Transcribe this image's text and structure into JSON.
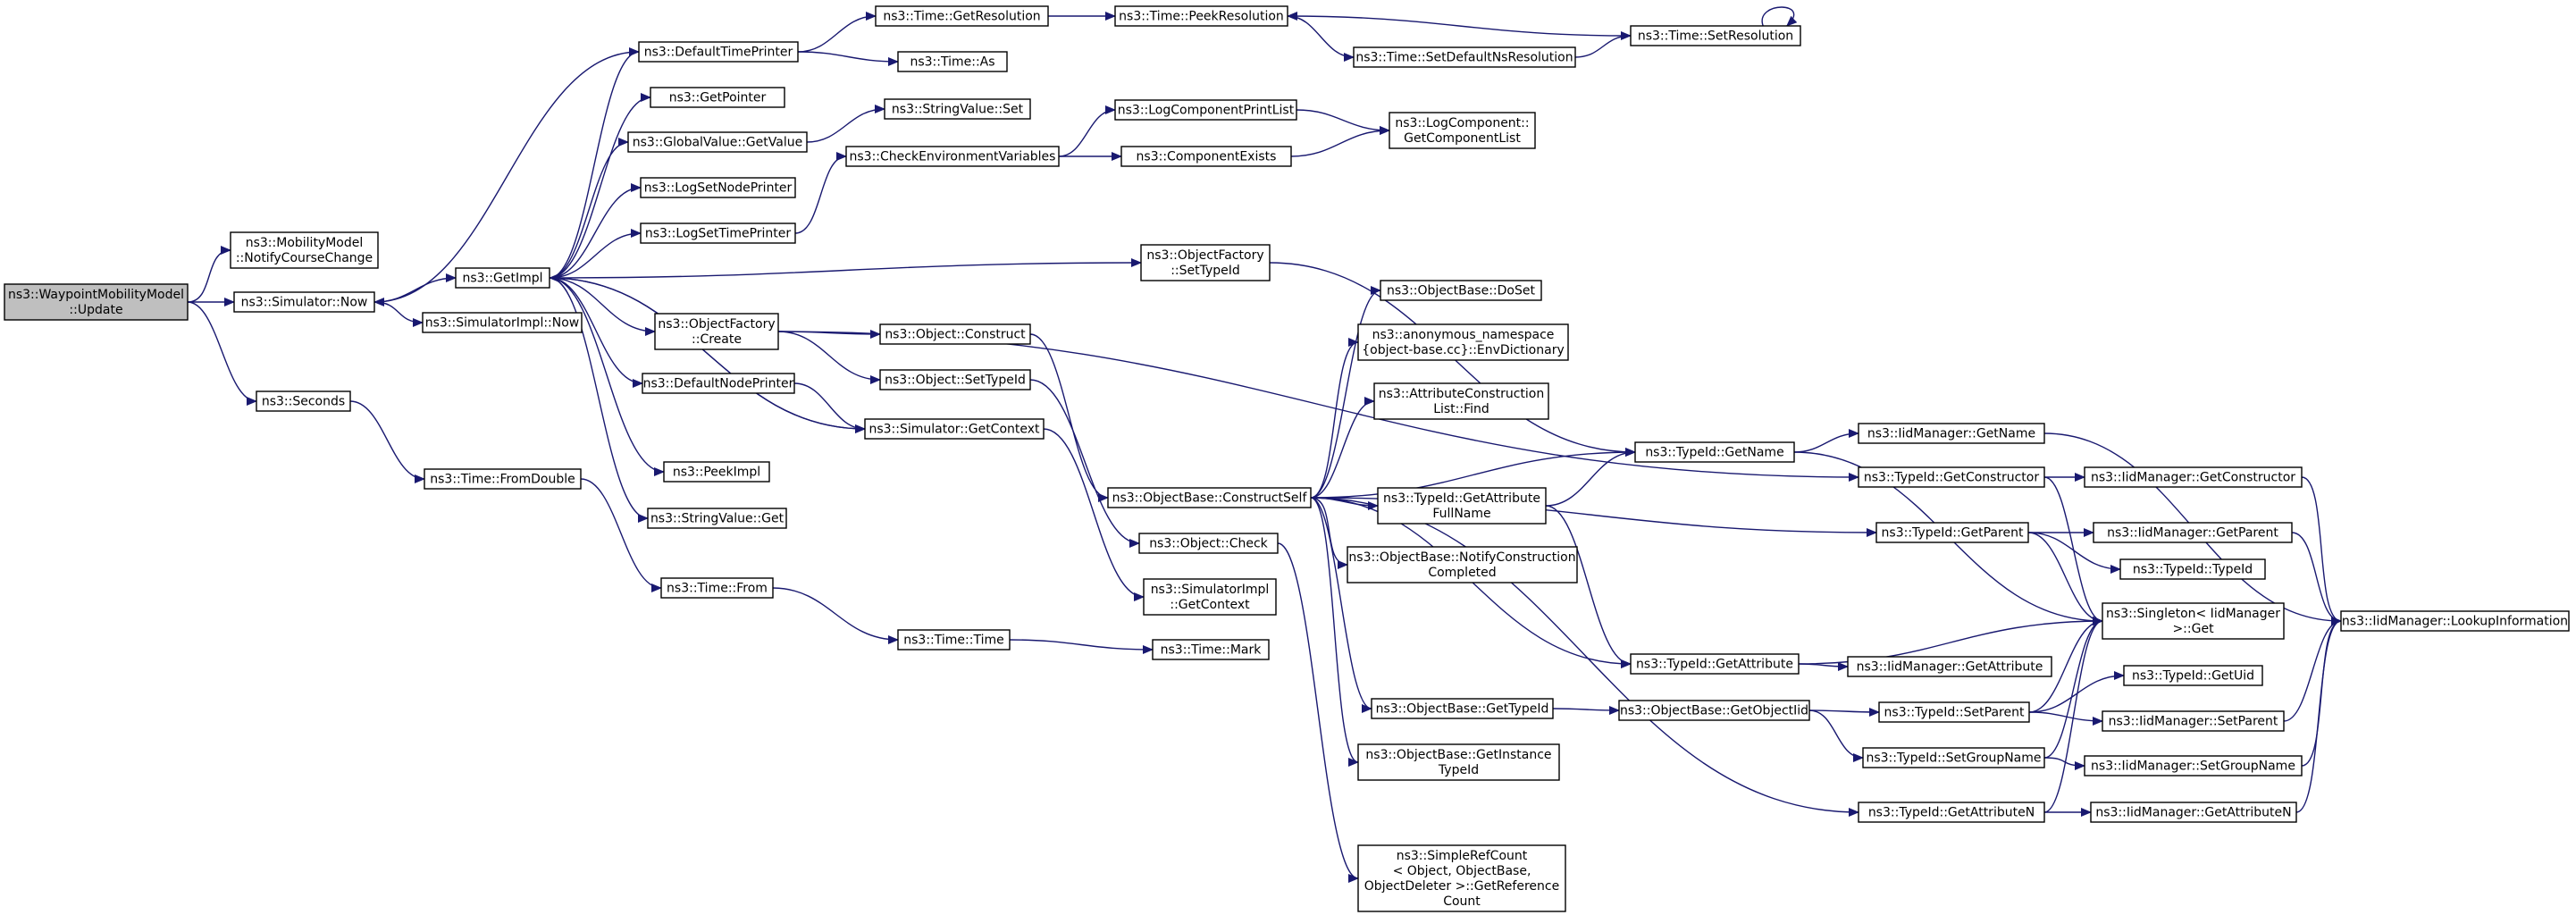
{
  "graph": {
    "title": "",
    "nodes": [
      {
        "id": "wmm_update",
        "lines": [
          "ns3::WaypointMobilityModel",
          "::Update"
        ],
        "root": true
      },
      {
        "id": "mm_notify",
        "lines": [
          "ns3::MobilityModel",
          "::NotifyCourseChange"
        ]
      },
      {
        "id": "sim_now",
        "lines": [
          "ns3::Simulator::Now"
        ]
      },
      {
        "id": "seconds",
        "lines": [
          "ns3::Seconds"
        ]
      },
      {
        "id": "getimpl",
        "lines": [
          "ns3::GetImpl"
        ]
      },
      {
        "id": "simimpl_now",
        "lines": [
          "ns3::SimulatorImpl::Now"
        ]
      },
      {
        "id": "time_fromdouble",
        "lines": [
          "ns3::Time::FromDouble"
        ]
      },
      {
        "id": "default_time_printer",
        "lines": [
          "ns3::DefaultTimePrinter"
        ]
      },
      {
        "id": "get_pointer",
        "lines": [
          "ns3::GetPointer"
        ]
      },
      {
        "id": "globalvalue_getvalue",
        "lines": [
          "ns3::GlobalValue::GetValue"
        ]
      },
      {
        "id": "log_set_node_printer",
        "lines": [
          "ns3::LogSetNodePrinter"
        ]
      },
      {
        "id": "log_set_time_printer",
        "lines": [
          "ns3::LogSetTimePrinter"
        ]
      },
      {
        "id": "objfactory_create",
        "lines": [
          "ns3::ObjectFactory",
          "::Create"
        ]
      },
      {
        "id": "default_node_printer",
        "lines": [
          "ns3::DefaultNodePrinter"
        ]
      },
      {
        "id": "peekimpl",
        "lines": [
          "ns3::PeekImpl"
        ]
      },
      {
        "id": "stringvalue_get",
        "lines": [
          "ns3::StringValue::Get"
        ]
      },
      {
        "id": "time_from",
        "lines": [
          "ns3::Time::From"
        ]
      },
      {
        "id": "time_getresolution",
        "lines": [
          "ns3::Time::GetResolution"
        ]
      },
      {
        "id": "time_as",
        "lines": [
          "ns3::Time::As"
        ]
      },
      {
        "id": "stringvalue_set",
        "lines": [
          "ns3::StringValue::Set"
        ]
      },
      {
        "id": "check_env_vars",
        "lines": [
          "ns3::CheckEnvironmentVariables"
        ]
      },
      {
        "id": "object_construct",
        "lines": [
          "ns3::Object::Construct"
        ]
      },
      {
        "id": "object_settypeid",
        "lines": [
          "ns3::Object::SetTypeId"
        ]
      },
      {
        "id": "sim_getcontext",
        "lines": [
          "ns3::Simulator::GetContext"
        ]
      },
      {
        "id": "time_time",
        "lines": [
          "ns3::Time::Time"
        ]
      },
      {
        "id": "time_peekresolution",
        "lines": [
          "ns3::Time::PeekResolution"
        ]
      },
      {
        "id": "log_component_printlist",
        "lines": [
          "ns3::LogComponentPrintList"
        ]
      },
      {
        "id": "component_exists",
        "lines": [
          "ns3::ComponentExists"
        ]
      },
      {
        "id": "objfactory_settypeid",
        "lines": [
          "ns3::ObjectFactory",
          "::SetTypeId"
        ]
      },
      {
        "id": "objbase_constructself",
        "lines": [
          "ns3::ObjectBase::ConstructSelf"
        ]
      },
      {
        "id": "object_check",
        "lines": [
          "ns3::Object::Check"
        ]
      },
      {
        "id": "simimpl_getcontext",
        "lines": [
          "ns3::SimulatorImpl",
          "::GetContext"
        ]
      },
      {
        "id": "time_mark",
        "lines": [
          "ns3::Time::Mark"
        ]
      },
      {
        "id": "objbase_getinstancetypeid",
        "lines": [
          "ns3::ObjectBase::GetInstance",
          "TypeId"
        ]
      },
      {
        "id": "simplerefcount",
        "lines": [
          "ns3::SimpleRefCount",
          "< Object, ObjectBase,",
          "ObjectDeleter >::GetReference",
          "Count"
        ]
      },
      {
        "id": "time_setdefaultnsres",
        "lines": [
          "ns3::Time::SetDefaultNsResolution"
        ]
      },
      {
        "id": "logcomponent_getlist",
        "lines": [
          "ns3::LogComponent::",
          "GetComponentList"
        ]
      },
      {
        "id": "objbase_doset",
        "lines": [
          "ns3::ObjectBase::DoSet"
        ]
      },
      {
        "id": "anon_envdictionary",
        "lines": [
          "ns3::anonymous_namespace",
          "{object-base.cc}::EnvDictionary"
        ]
      },
      {
        "id": "attrconstruction_find",
        "lines": [
          "ns3::AttributeConstruction",
          "List::Find"
        ]
      },
      {
        "id": "typeid_getattrfullname",
        "lines": [
          "ns3::TypeId::GetAttribute",
          "FullName"
        ]
      },
      {
        "id": "objbase_notifyconstruction",
        "lines": [
          "ns3::ObjectBase::NotifyConstruction",
          "Completed"
        ]
      },
      {
        "id": "objbase_gettypeid",
        "lines": [
          "ns3::ObjectBase::GetTypeId"
        ]
      },
      {
        "id": "time_setresolution",
        "lines": [
          "ns3::Time::SetResolution"
        ]
      },
      {
        "id": "typeid_getname",
        "lines": [
          "ns3::TypeId::GetName"
        ]
      },
      {
        "id": "typeid_getattribute",
        "lines": [
          "ns3::TypeId::GetAttribute"
        ]
      },
      {
        "id": "objbase_getobjectiid",
        "lines": [
          "ns3::ObjectBase::GetObjectIid"
        ]
      },
      {
        "id": "iidmanager_getname",
        "lines": [
          "ns3::IidManager::GetName"
        ]
      },
      {
        "id": "typeid_getconstructor",
        "lines": [
          "ns3::TypeId::GetConstructor"
        ]
      },
      {
        "id": "typeid_getparent",
        "lines": [
          "ns3::TypeId::GetParent"
        ]
      },
      {
        "id": "iidmanager_getattribute",
        "lines": [
          "ns3::IidManager::GetAttribute"
        ]
      },
      {
        "id": "typeid_setparent",
        "lines": [
          "ns3::TypeId::SetParent"
        ]
      },
      {
        "id": "typeid_setgroupname",
        "lines": [
          "ns3::TypeId::SetGroupName"
        ]
      },
      {
        "id": "typeid_getattributen",
        "lines": [
          "ns3::TypeId::GetAttributeN"
        ]
      },
      {
        "id": "iidmanager_getconstructor",
        "lines": [
          "ns3::IidManager::GetConstructor"
        ]
      },
      {
        "id": "iidmanager_getparent",
        "lines": [
          "ns3::IidManager::GetParent"
        ]
      },
      {
        "id": "typeid_typeid",
        "lines": [
          "ns3::TypeId::TypeId"
        ]
      },
      {
        "id": "singleton_get",
        "lines": [
          "ns3::Singleton< IidManager",
          ">::Get"
        ]
      },
      {
        "id": "typeid_getuid",
        "lines": [
          "ns3::TypeId::GetUid"
        ]
      },
      {
        "id": "iidmanager_setparent",
        "lines": [
          "ns3::IidManager::SetParent"
        ]
      },
      {
        "id": "iidmanager_setgroupname",
        "lines": [
          "ns3::IidManager::SetGroupName"
        ]
      },
      {
        "id": "iidmanager_getattributen",
        "lines": [
          "ns3::IidManager::GetAttributeN"
        ]
      },
      {
        "id": "iidmanager_lookupinfo",
        "lines": [
          "ns3::IidManager::LookupInformation"
        ]
      }
    ],
    "edges": [
      [
        "wmm_update",
        "mm_notify"
      ],
      [
        "wmm_update",
        "sim_now"
      ],
      [
        "wmm_update",
        "seconds"
      ],
      [
        "sim_now",
        "getimpl"
      ],
      [
        "sim_now",
        "simimpl_now"
      ],
      [
        "seconds",
        "time_fromdouble"
      ],
      [
        "time_fromdouble",
        "time_from"
      ],
      [
        "time_from",
        "time_time"
      ],
      [
        "time_time",
        "time_mark"
      ],
      [
        "getimpl",
        "default_time_printer"
      ],
      [
        "getimpl",
        "get_pointer"
      ],
      [
        "getimpl",
        "globalvalue_getvalue"
      ],
      [
        "getimpl",
        "log_set_node_printer"
      ],
      [
        "getimpl",
        "log_set_time_printer"
      ],
      [
        "getimpl",
        "objfactory_settypeid"
      ],
      [
        "getimpl",
        "objfactory_create"
      ],
      [
        "getimpl",
        "default_node_printer"
      ],
      [
        "getimpl",
        "peekimpl"
      ],
      [
        "getimpl",
        "stringvalue_get"
      ],
      [
        "getimpl",
        "sim_getcontext"
      ],
      [
        "default_time_printer",
        "sim_now"
      ],
      [
        "default_time_printer",
        "time_getresolution"
      ],
      [
        "default_time_printer",
        "time_as"
      ],
      [
        "time_getresolution",
        "time_peekresolution"
      ],
      [
        "time_peekresolution",
        "time_setdefaultnsres"
      ],
      [
        "time_setdefaultnsres",
        "time_setresolution"
      ],
      [
        "time_setresolution",
        "time_peekresolution"
      ],
      [
        "time_setresolution",
        "time_setresolution"
      ],
      [
        "globalvalue_getvalue",
        "stringvalue_set"
      ],
      [
        "log_set_time_printer",
        "check_env_vars"
      ],
      [
        "check_env_vars",
        "log_component_printlist"
      ],
      [
        "check_env_vars",
        "component_exists"
      ],
      [
        "log_component_printlist",
        "logcomponent_getlist"
      ],
      [
        "component_exists",
        "logcomponent_getlist"
      ],
      [
        "objfactory_settypeid",
        "typeid_getname"
      ],
      [
        "objfactory_create",
        "object_construct"
      ],
      [
        "objfactory_create",
        "object_settypeid"
      ],
      [
        "objfactory_create",
        "typeid_getconstructor"
      ],
      [
        "default_node_printer",
        "sim_getcontext"
      ],
      [
        "sim_getcontext",
        "getimpl"
      ],
      [
        "sim_getcontext",
        "simimpl_getcontext"
      ],
      [
        "object_construct",
        "objbase_constructself"
      ],
      [
        "object_settypeid",
        "object_check"
      ],
      [
        "object_check",
        "simplerefcount"
      ],
      [
        "objbase_constructself",
        "objbase_doset"
      ],
      [
        "objbase_constructself",
        "anon_envdictionary"
      ],
      [
        "objbase_constructself",
        "attrconstruction_find"
      ],
      [
        "objbase_constructself",
        "typeid_getname"
      ],
      [
        "objbase_constructself",
        "typeid_getattrfullname"
      ],
      [
        "objbase_constructself",
        "objbase_notifyconstruction"
      ],
      [
        "objbase_constructself",
        "typeid_getparent"
      ],
      [
        "objbase_constructself",
        "typeid_getattribute"
      ],
      [
        "objbase_constructself",
        "objbase_gettypeid"
      ],
      [
        "objbase_constructself",
        "objbase_getinstancetypeid"
      ],
      [
        "objbase_constructself",
        "typeid_getattributen"
      ],
      [
        "typeid_getattrfullname",
        "typeid_getname"
      ],
      [
        "typeid_getattrfullname",
        "typeid_getattribute"
      ],
      [
        "objbase_gettypeid",
        "objbase_getobjectiid"
      ],
      [
        "objbase_getobjectiid",
        "typeid_setparent"
      ],
      [
        "objbase_getobjectiid",
        "typeid_setgroupname"
      ],
      [
        "typeid_getname",
        "iidmanager_getname"
      ],
      [
        "typeid_getname",
        "singleton_get"
      ],
      [
        "typeid_getconstructor",
        "iidmanager_getconstructor"
      ],
      [
        "typeid_getconstructor",
        "singleton_get"
      ],
      [
        "typeid_getparent",
        "iidmanager_getparent"
      ],
      [
        "typeid_getparent",
        "typeid_typeid"
      ],
      [
        "typeid_getparent",
        "singleton_get"
      ],
      [
        "typeid_getattribute",
        "iidmanager_getattribute"
      ],
      [
        "typeid_getattribute",
        "singleton_get"
      ],
      [
        "typeid_setparent",
        "typeid_getuid"
      ],
      [
        "typeid_setparent",
        "iidmanager_setparent"
      ],
      [
        "typeid_setparent",
        "singleton_get"
      ],
      [
        "typeid_setgroupname",
        "iidmanager_setgroupname"
      ],
      [
        "typeid_setgroupname",
        "singleton_get"
      ],
      [
        "typeid_getattributen",
        "iidmanager_getattributen"
      ],
      [
        "typeid_getattributen",
        "singleton_get"
      ],
      [
        "iidmanager_getname",
        "iidmanager_lookupinfo"
      ],
      [
        "iidmanager_getconstructor",
        "iidmanager_lookupinfo"
      ],
      [
        "iidmanager_getparent",
        "iidmanager_lookupinfo"
      ],
      [
        "iidmanager_setparent",
        "iidmanager_lookupinfo"
      ],
      [
        "iidmanager_setgroupname",
        "iidmanager_lookupinfo"
      ],
      [
        "iidmanager_getattributen",
        "iidmanager_lookupinfo"
      ]
    ]
  }
}
